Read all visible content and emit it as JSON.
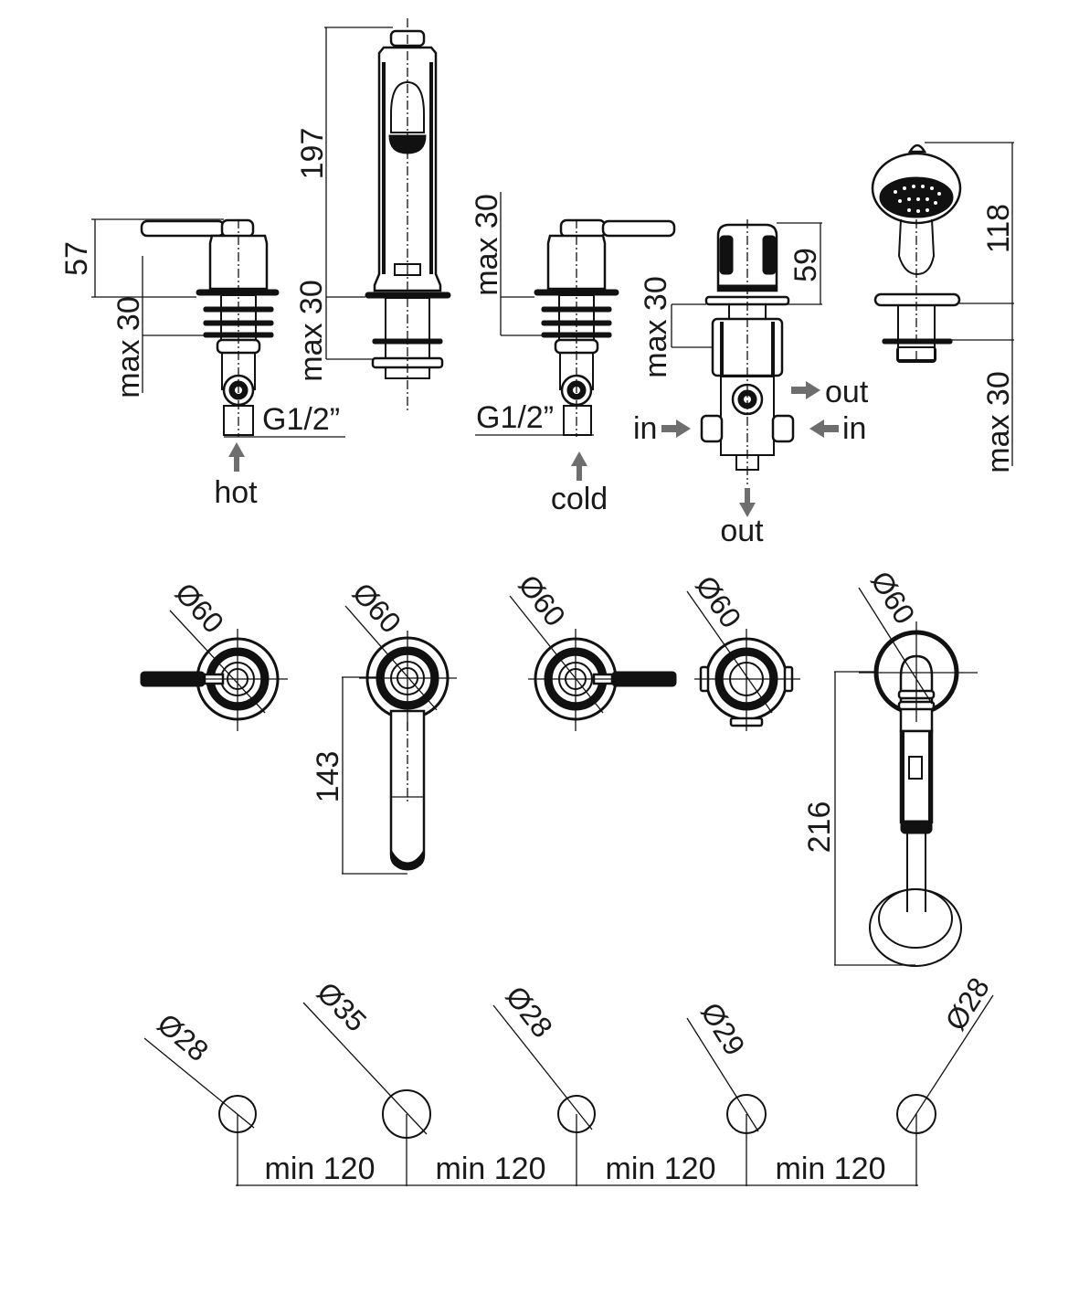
{
  "diagram": {
    "title": "Deck-mounted 5-hole bath mixer set – technical drawing",
    "line_color": "#111111",
    "arrow_color": "#6e6e6e",
    "elevations": {
      "hot_valve": {
        "height": "57",
        "deck_thickness": "max 30",
        "thread": "G1/2”",
        "flow": "hot"
      },
      "spout": {
        "height": "197",
        "deck_thickness": "max 30"
      },
      "cold_valve": {
        "deck_thickness": "max 30",
        "thread": "G1/2”",
        "flow": "cold"
      },
      "diverter": {
        "height": "59",
        "deck_thickness": "max 30",
        "in_left": "in",
        "in_right": "in",
        "out_side": "out",
        "out_bottom": "out"
      },
      "hand_shower": {
        "height": "118",
        "deck_thickness": "max 30"
      }
    },
    "plan_views": {
      "hot_valve": {
        "diameter": "Ø60"
      },
      "spout": {
        "diameter": "Ø60",
        "reach": "143"
      },
      "cold_valve": {
        "diameter": "Ø60"
      },
      "diverter": {
        "diameter": "Ø60"
      },
      "hand_shower": {
        "diameter": "Ø60",
        "length": "216"
      }
    },
    "holes": {
      "items": [
        {
          "diameter": "Ø28"
        },
        {
          "diameter": "Ø35"
        },
        {
          "diameter": "Ø28"
        },
        {
          "diameter": "Ø29"
        },
        {
          "diameter": "Ø28"
        }
      ],
      "spacings": [
        "min 120",
        "min 120",
        "min 120",
        "min 120"
      ]
    }
  }
}
